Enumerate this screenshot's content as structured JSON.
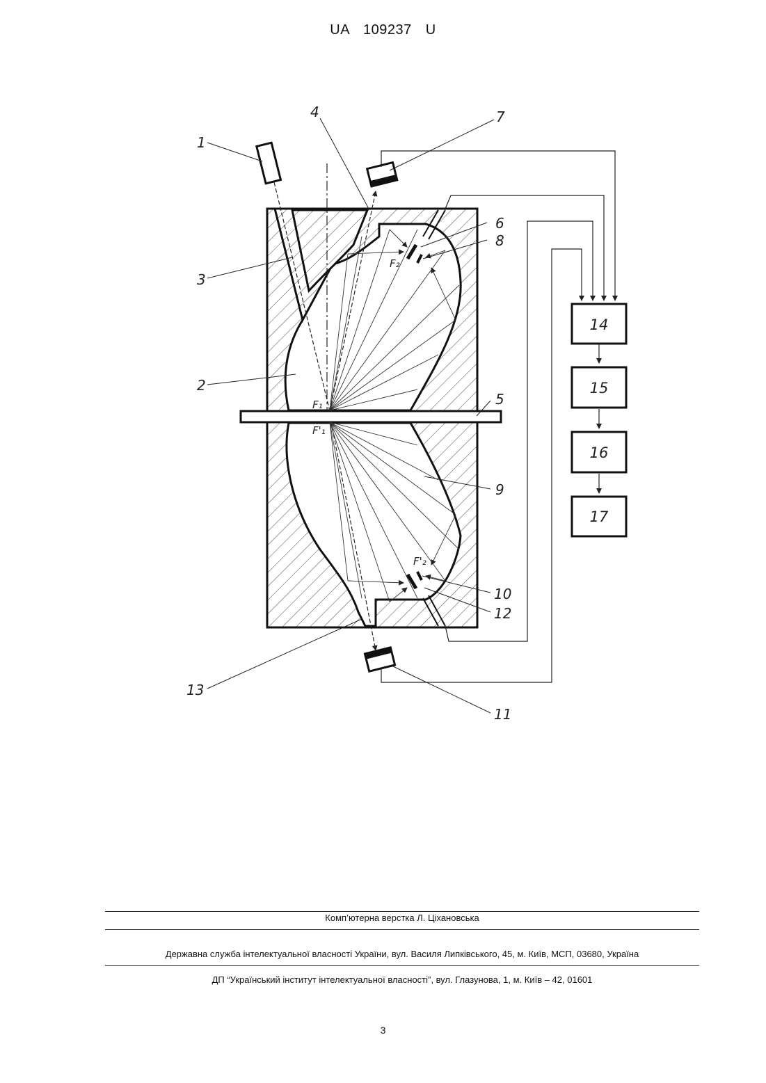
{
  "header": {
    "patent_number": "UA 109237 U"
  },
  "figure": {
    "labels": {
      "n1": "1",
      "n2": "2",
      "n3": "3",
      "n4": "4",
      "n5": "5",
      "n6": "6",
      "n7": "7",
      "n8": "8",
      "n9": "9",
      "n10": "10",
      "n11": "11",
      "n12": "12",
      "n13": "13",
      "f1_upper": "F₁",
      "f1_lower": "F'₁",
      "f2_upper": "F₂",
      "f2_lower": "F'₂"
    },
    "blocks": [
      "14",
      "15",
      "16",
      "17"
    ]
  },
  "footer": {
    "layout_credit": "Комп’ютерна верстка Л. Ціхановська",
    "agency": "Державна служба інтелектуальної власності України, вул. Василя Липківського, 45, м. Київ, МСП, 03680, Україна",
    "institute": "ДП “Український інститут інтелектуальної власності”, вул. Глазунова, 1, м. Київ – 42, 01601"
  },
  "page_number": "3"
}
